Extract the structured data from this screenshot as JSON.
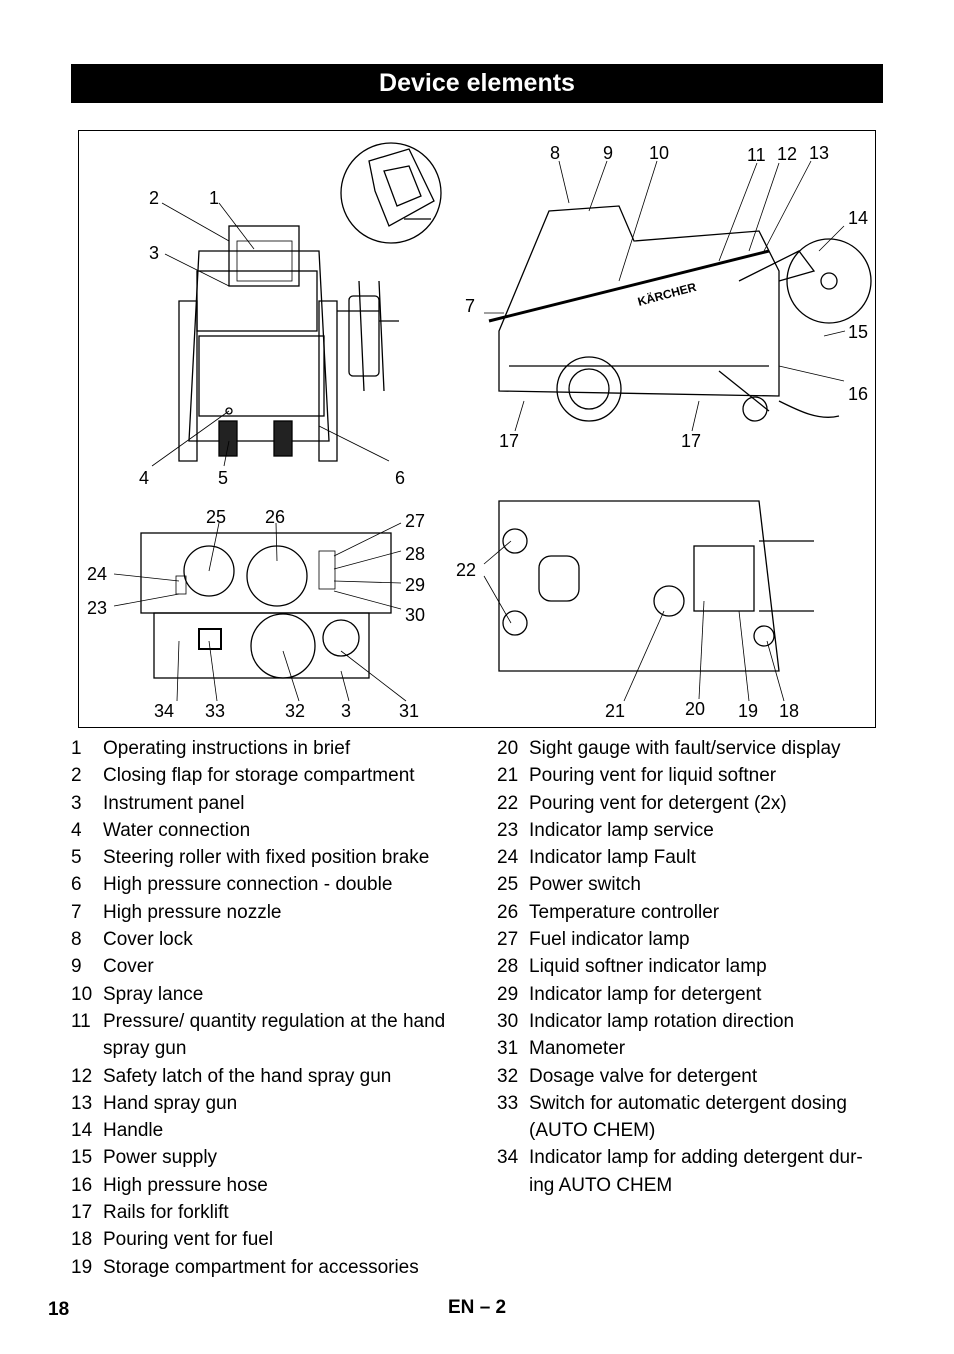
{
  "header": {
    "title": "Device elements"
  },
  "figure": {
    "callouts": [
      {
        "id": "c2",
        "text": "2"
      },
      {
        "id": "c1",
        "text": "1"
      },
      {
        "id": "c3",
        "text": "3"
      },
      {
        "id": "c4",
        "text": "4"
      },
      {
        "id": "c5",
        "text": "5"
      },
      {
        "id": "c6",
        "text": "6"
      },
      {
        "id": "c8",
        "text": "8"
      },
      {
        "id": "c9",
        "text": "9"
      },
      {
        "id": "c10",
        "text": "10"
      },
      {
        "id": "c11",
        "text": "11"
      },
      {
        "id": "c12",
        "text": "12"
      },
      {
        "id": "c13",
        "text": "13"
      },
      {
        "id": "c14",
        "text": "14"
      },
      {
        "id": "c7",
        "text": "7"
      },
      {
        "id": "c15",
        "text": "15"
      },
      {
        "id": "c16",
        "text": "16"
      },
      {
        "id": "c17a",
        "text": "17"
      },
      {
        "id": "c17b",
        "text": "17"
      },
      {
        "id": "c25",
        "text": "25"
      },
      {
        "id": "c26",
        "text": "26"
      },
      {
        "id": "c27",
        "text": "27"
      },
      {
        "id": "c28",
        "text": "28"
      },
      {
        "id": "c29",
        "text": "29"
      },
      {
        "id": "c30",
        "text": "30"
      },
      {
        "id": "c24",
        "text": "24"
      },
      {
        "id": "c23",
        "text": "23"
      },
      {
        "id": "c34",
        "text": "34"
      },
      {
        "id": "c33",
        "text": "33"
      },
      {
        "id": "c32",
        "text": "32"
      },
      {
        "id": "c3b",
        "text": "3"
      },
      {
        "id": "c31",
        "text": "31"
      },
      {
        "id": "c22",
        "text": "22"
      },
      {
        "id": "c21",
        "text": "21"
      },
      {
        "id": "c20",
        "text": "20"
      },
      {
        "id": "c19",
        "text": "19"
      },
      {
        "id": "c18",
        "text": "18"
      }
    ],
    "brand_mark": "KÄRCHER"
  },
  "legend_left": [
    {
      "num": "1",
      "text": "Operating instructions in brief"
    },
    {
      "num": "2",
      "text": "Closing flap for storage compartment"
    },
    {
      "num": "3",
      "text": "Instrument panel"
    },
    {
      "num": "4",
      "text": "Water connection"
    },
    {
      "num": "5",
      "text": "Steering roller with fixed position brake"
    },
    {
      "num": "6",
      "text": "High pressure connection - double"
    },
    {
      "num": "7",
      "text": "High pressure nozzle"
    },
    {
      "num": "8",
      "text": "Cover lock"
    },
    {
      "num": "9",
      "text": "Cover"
    },
    {
      "num": "10",
      "text": "Spray lance"
    },
    {
      "num": "11",
      "text": "Pressure/ quantity regulation at the hand spray gun"
    },
    {
      "num": "12",
      "text": "Safety latch of the hand spray gun"
    },
    {
      "num": "13",
      "text": "Hand spray gun"
    },
    {
      "num": "14",
      "text": "Handle"
    },
    {
      "num": "15",
      "text": "Power supply"
    },
    {
      "num": "16",
      "text": "High pressure hose"
    },
    {
      "num": "17",
      "text": "Rails for forklift"
    },
    {
      "num": "18",
      "text": "Pouring vent for fuel"
    },
    {
      "num": "19",
      "text": "Storage compartment for accessories"
    }
  ],
  "legend_right": [
    {
      "num": "20",
      "text": "Sight gauge with fault/service display"
    },
    {
      "num": "21",
      "text": "Pouring vent for liquid softner"
    },
    {
      "num": "22",
      "text": "Pouring vent for detergent (2x)"
    },
    {
      "num": "23",
      "text": "Indicator lamp service"
    },
    {
      "num": "24",
      "text": "Indicator lamp Fault"
    },
    {
      "num": "25",
      "text": "Power switch"
    },
    {
      "num": "26",
      "text": "Temperature controller"
    },
    {
      "num": "27",
      "text": "Fuel indicator lamp"
    },
    {
      "num": "28",
      "text": "Liquid softner indicator lamp"
    },
    {
      "num": "29",
      "text": "Indicator lamp for detergent"
    },
    {
      "num": "30",
      "text": "Indicator lamp rotation direction"
    },
    {
      "num": "31",
      "text": "Manometer"
    },
    {
      "num": "32",
      "text": "Dosage valve for detergent"
    },
    {
      "num": "33",
      "text": "Switch for automatic detergent dosing (AUTO CHEM)"
    },
    {
      "num": "34",
      "text": "Indicator lamp for adding detergent dur-ing AUTO CHEM"
    }
  ],
  "footer": {
    "page_number": "18",
    "lang": "EN",
    "sub": "– 2"
  }
}
